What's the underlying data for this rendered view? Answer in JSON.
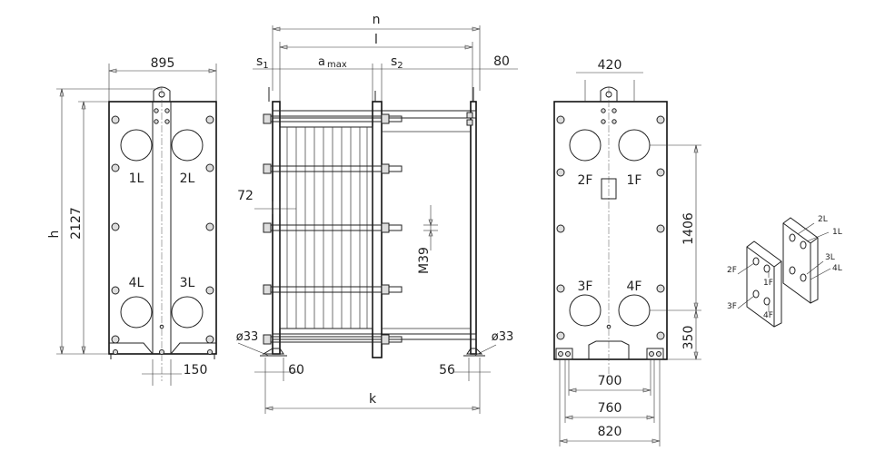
{
  "front_view": {
    "dim_top": "895",
    "dim_h": "h",
    "dim_2127": "2127",
    "dim_150": "150",
    "port_1": "1L",
    "port_2": "2L",
    "port_3": "4L",
    "port_4": "3L"
  },
  "side_view": {
    "dim_n": "n",
    "dim_l": "l",
    "dim_s1": "s",
    "dim_s1_sub": "1",
    "dim_amax": "a",
    "dim_amax_sub": "max",
    "dim_s2": "s",
    "dim_s2_sub": "2",
    "dim_80": "80",
    "dim_72": "72",
    "dim_m39": "M39",
    "dim_d33_left": "ø33",
    "dim_d33_right": "ø33",
    "dim_60": "60",
    "dim_56": "56",
    "dim_k": "k"
  },
  "back_view": {
    "dim_420": "420",
    "dim_1406": "1406",
    "dim_350": "350",
    "dim_700": "700",
    "dim_760": "760",
    "dim_820": "820",
    "port_1": "2F",
    "port_2": "1F",
    "port_3": "3F",
    "port_4": "4F"
  },
  "iso_view": {
    "label_2L": "2L",
    "label_1L": "1L",
    "label_3L": "3L",
    "label_4L": "4L",
    "label_2F": "2F",
    "label_1F": "1F",
    "label_3F": "3F",
    "label_4F": "4F"
  }
}
